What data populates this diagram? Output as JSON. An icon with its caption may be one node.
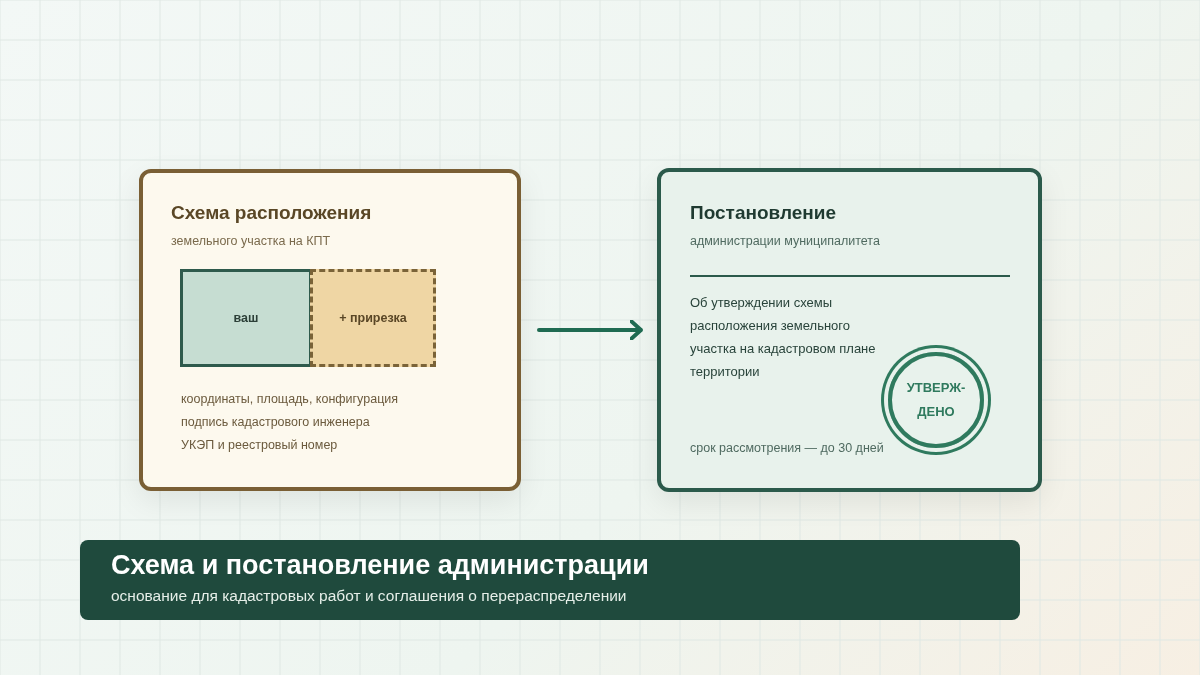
{
  "diagram": {
    "title": "Схема и постановление администрации",
    "caption": "основание для кадастровых работ и соглашения о перераспределении",
    "nodes": [
      {
        "text": [
          "Схема расположения",
          "земельного участка на КПТ",
          "координаты, площадь, конфигурация",
          "подпись кадастрового инженера",
          "УКЭП и реестровый номер"
        ]
      },
      {
        "text": [
          "ваш"
        ],
        "in": 0
      },
      {
        "text": [
          "+ прирезка"
        ],
        "in": 0
      },
      {
        "text": [
          "Постановление",
          "администрации муниципалитета",
          "Об утверждении схемы расположения земельного участка на кадастровом плане территории",
          "срок рассмотрения — до 30 дней"
        ]
      },
      {
        "text": [
          "УТВЕРЖ- ДЕНО"
        ],
        "in": 3
      }
    ],
    "edges": [
      {
        "from": 0,
        "to": 3,
        "arrow": "to"
      }
    ]
  }
}
